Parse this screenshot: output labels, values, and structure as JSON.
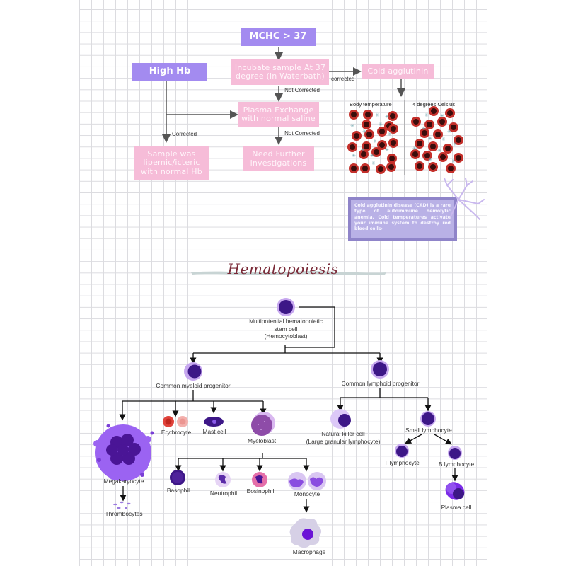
{
  "flowchart": {
    "mchc": "MCHC > 37",
    "high_hb": "High Hb",
    "incubate": "Incubate sample At 37 degree (in Waterbath)",
    "cold_agglutinin": "Cold agglutinin",
    "plasma_exchange": "Plasma Exchange with normal saline",
    "sample_lipemic": "Sample was lipemic/icteric with normal Hb",
    "need_further": "Need Further investigations",
    "edge_corrected_1": "corrected",
    "edge_not_corrected_1": "Not Corrected",
    "edge_corrected_2": "Corrected",
    "edge_not_corrected_2": "Not Corrected",
    "colors": {
      "purple": "#a38bf0",
      "pink": "#f6bcd8",
      "arrow": "#555555"
    }
  },
  "agglutination_panel": {
    "left_label": "Body temperature",
    "right_label": "4 degrees Celsius"
  },
  "note": {
    "text": "Cold agglutinin disease (CAD) is a rare type of autoimmune hemolytic anemia. Cold temperatures activate your immune system to destroy red blood cells›"
  },
  "hematopoiesis": {
    "title": "Hematopoiesis",
    "stem_cell": "Multipotential hematopoietic\nstem cell\n(Hemocytoblast)",
    "myeloid": "Common myeloid progenitor",
    "lymphoid": "Common lymphoid progenitor",
    "megakaryocyte": "Megakaryocyte",
    "thrombocytes": "Thrombocytes",
    "erythrocyte": "Erythrocyte",
    "mast_cell": "Mast cell",
    "myeloblast": "Myeloblast",
    "basophil": "Basophil",
    "neutrophil": "Neutrophil",
    "eosinophil": "Eosinophil",
    "monocyte": "Monocyte",
    "macrophage": "Macrophage",
    "nk_cell": "Natural killer cell\n(Large granular lymphocyte)",
    "small_lymphocyte": "Small lymphocyte",
    "t_lymphocyte": "T lymphocyte",
    "b_lymphocyte": "B lymphocyte",
    "plasma_cell": "Plasma cell",
    "title_color": "#7a2a38"
  }
}
